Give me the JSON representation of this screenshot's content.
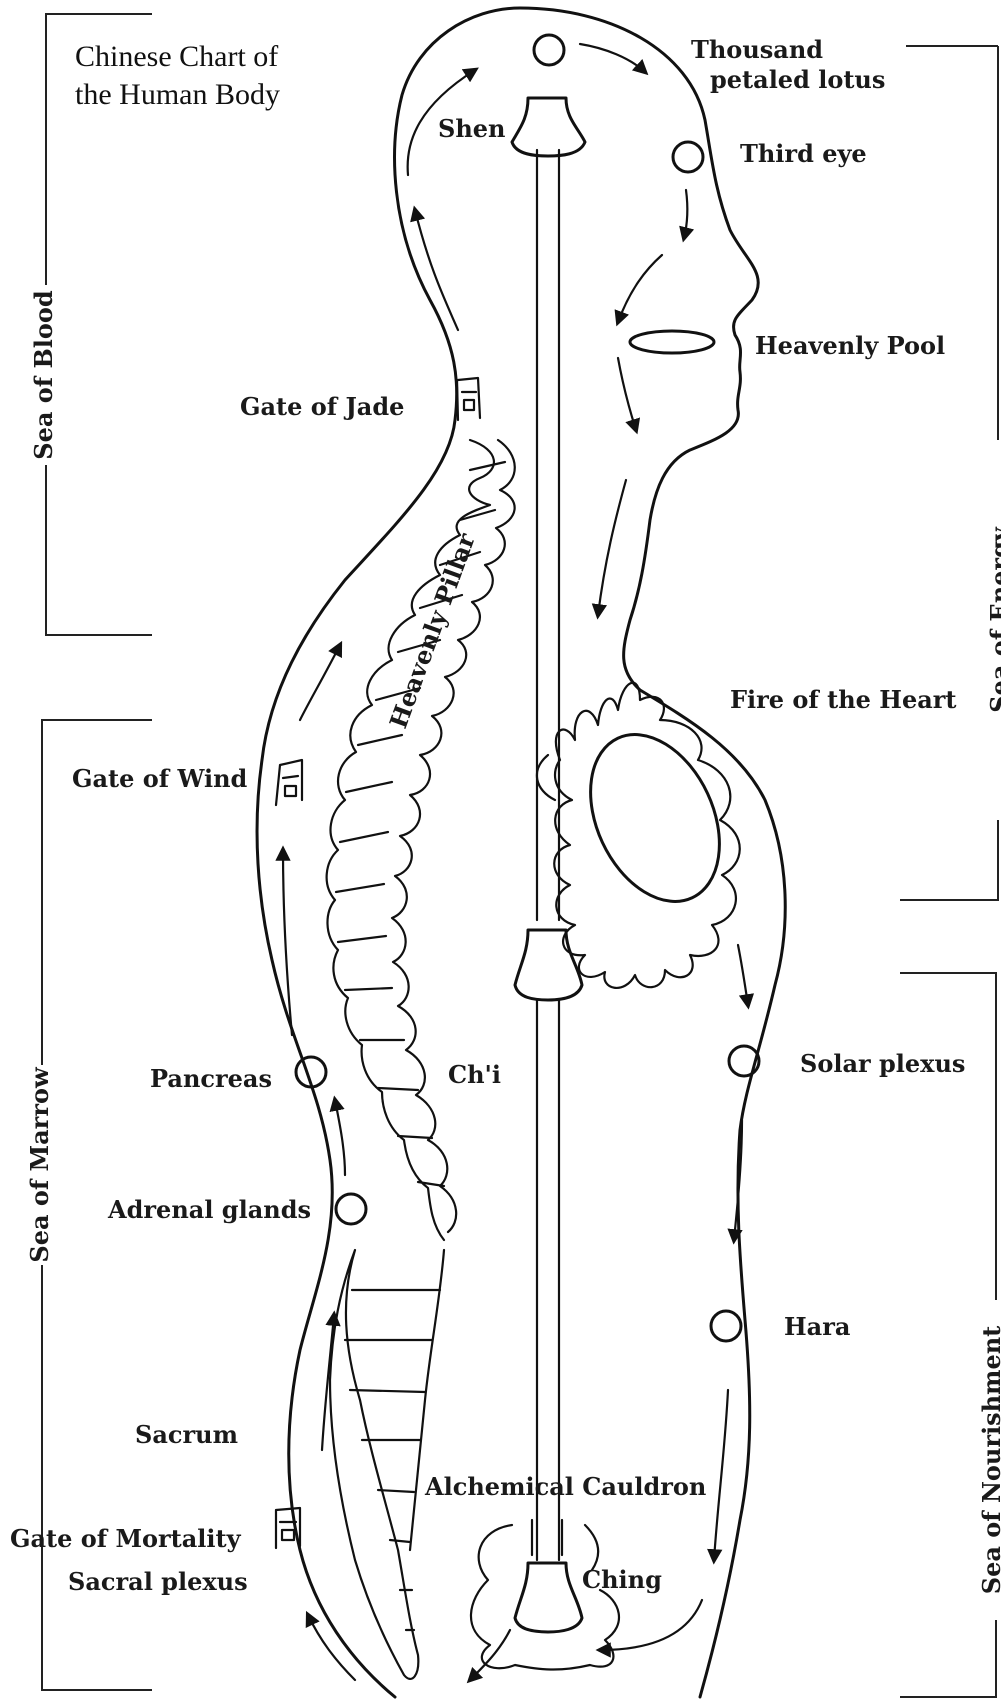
{
  "title": {
    "line1": "Chinese Chart of",
    "line2": "the Human Body"
  },
  "sections": {
    "sea_of_blood": "Sea of Blood",
    "sea_of_marrow": "Sea of Marrow",
    "sea_of_energy": "Sea of Energy",
    "sea_of_nourishment": "Sea of Nourishment"
  },
  "labels": {
    "thousand_line1": "Thousand",
    "thousand_line2": "petaled lotus",
    "shen": "Shen",
    "third_eye": "Third eye",
    "heavenly_pool": "Heavenly Pool",
    "gate_of_jade": "Gate of Jade",
    "heavenly_pillar": "Heavenly Pillar",
    "fire_of_the_heart": "Fire of the Heart",
    "gate_of_wind": "Gate of Wind",
    "pancreas": "Pancreas",
    "chi": "Ch'i",
    "solar_plexus": "Solar plexus",
    "adrenal_glands": "Adrenal glands",
    "hara": "Hara",
    "sacrum": "Sacrum",
    "alchemical_cauldron": "Alchemical Cauldron",
    "gate_of_mortality": "Gate of Mortality",
    "ching": "Ching",
    "sacral_plexus": "Sacral plexus"
  }
}
